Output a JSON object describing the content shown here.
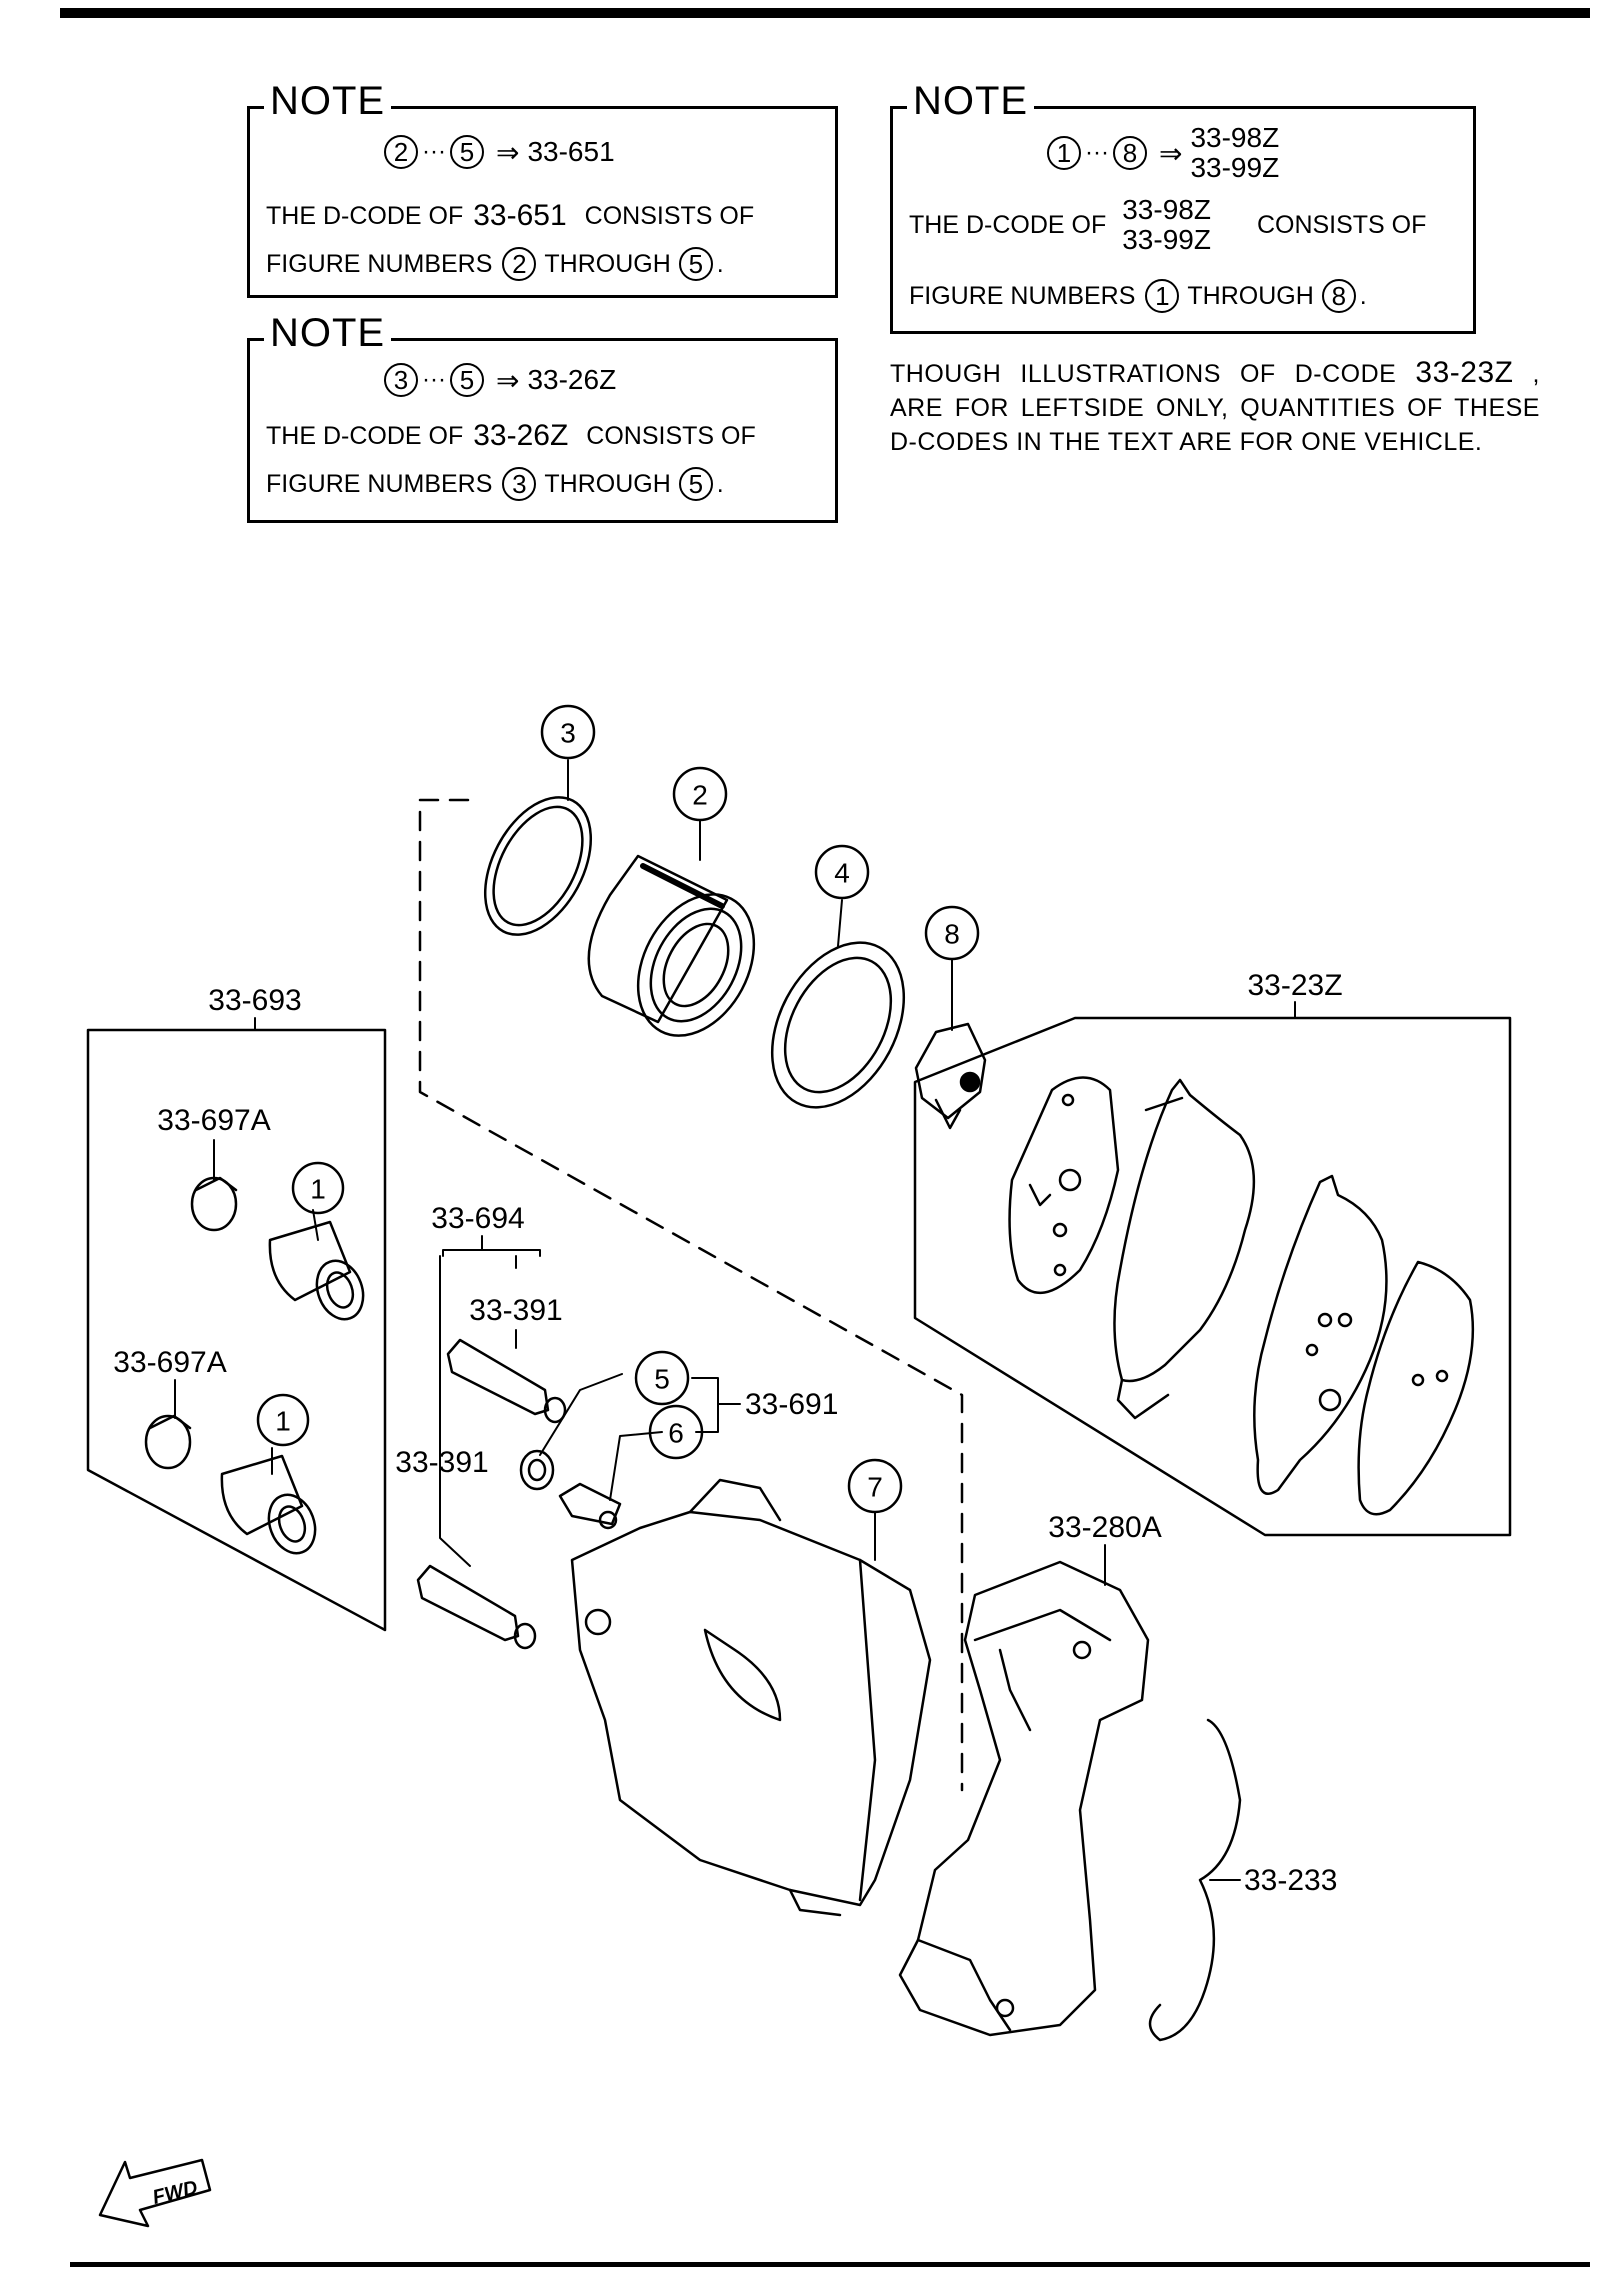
{
  "notes": [
    {
      "title": "NOTE",
      "range_start": "2",
      "range_end": "5",
      "dots": "···",
      "arrow": "⇒",
      "code": "33-651",
      "consists_prefix": "THE D-CODE OF",
      "consists_code": "33-651",
      "consists_suffix": "CONSISTS OF",
      "figure_prefix": "FIGURE NUMBERS",
      "figure_start": "2",
      "through": "THROUGH",
      "figure_end": "5",
      "period": "."
    },
    {
      "title": "NOTE",
      "range_start": "3",
      "range_end": "5",
      "dots": "···",
      "arrow": "⇒",
      "code": "33-26Z",
      "consists_prefix": "THE D-CODE OF",
      "consists_code": "33-26Z",
      "consists_suffix": "CONSISTS OF",
      "figure_prefix": "FIGURE NUMBERS",
      "figure_start": "3",
      "through": "THROUGH",
      "figure_end": "5",
      "period": "."
    },
    {
      "title": "NOTE",
      "range_start": "1",
      "range_end": "8",
      "dots": "···",
      "arrow": "⇒",
      "code_a": "33-98Z",
      "code_b": "33-99Z",
      "consists_prefix": "THE D-CODE OF",
      "consists_code_a": "33-98Z",
      "consists_code_b": "33-99Z",
      "consists_suffix": "CONSISTS OF",
      "figure_prefix": "FIGURE NUMBERS",
      "figure_start": "1",
      "through": "THROUGH",
      "figure_end": "8",
      "period": "."
    }
  ],
  "side_note": {
    "part1": "THOUGH ILLUSTRATIONS OF D-CODE",
    "code": "33-23Z",
    "part2": ", ARE FOR LEFTSIDE ONLY, QUANTITIES OF THESE D-CODES IN THE TEXT ARE FOR ONE VEHICLE."
  },
  "part_labels": {
    "p33_693": "33-693",
    "p33_697A_top": "33-697A",
    "p33_697A_bottom": "33-697A",
    "p33_694": "33-694",
    "p33_391_a": "33-391",
    "p33_391_b": "33-391",
    "p33_691": "33-691",
    "p33_23Z": "33-23Z",
    "p33_280A": "33-280A",
    "p33_233": "33-233"
  },
  "callouts": {
    "c1_top": "1",
    "c1_bottom": "1",
    "c2": "2",
    "c3": "3",
    "c4": "4",
    "c5": "5",
    "c6": "6",
    "c7": "7",
    "c8": "8"
  },
  "fwd": "FWD"
}
